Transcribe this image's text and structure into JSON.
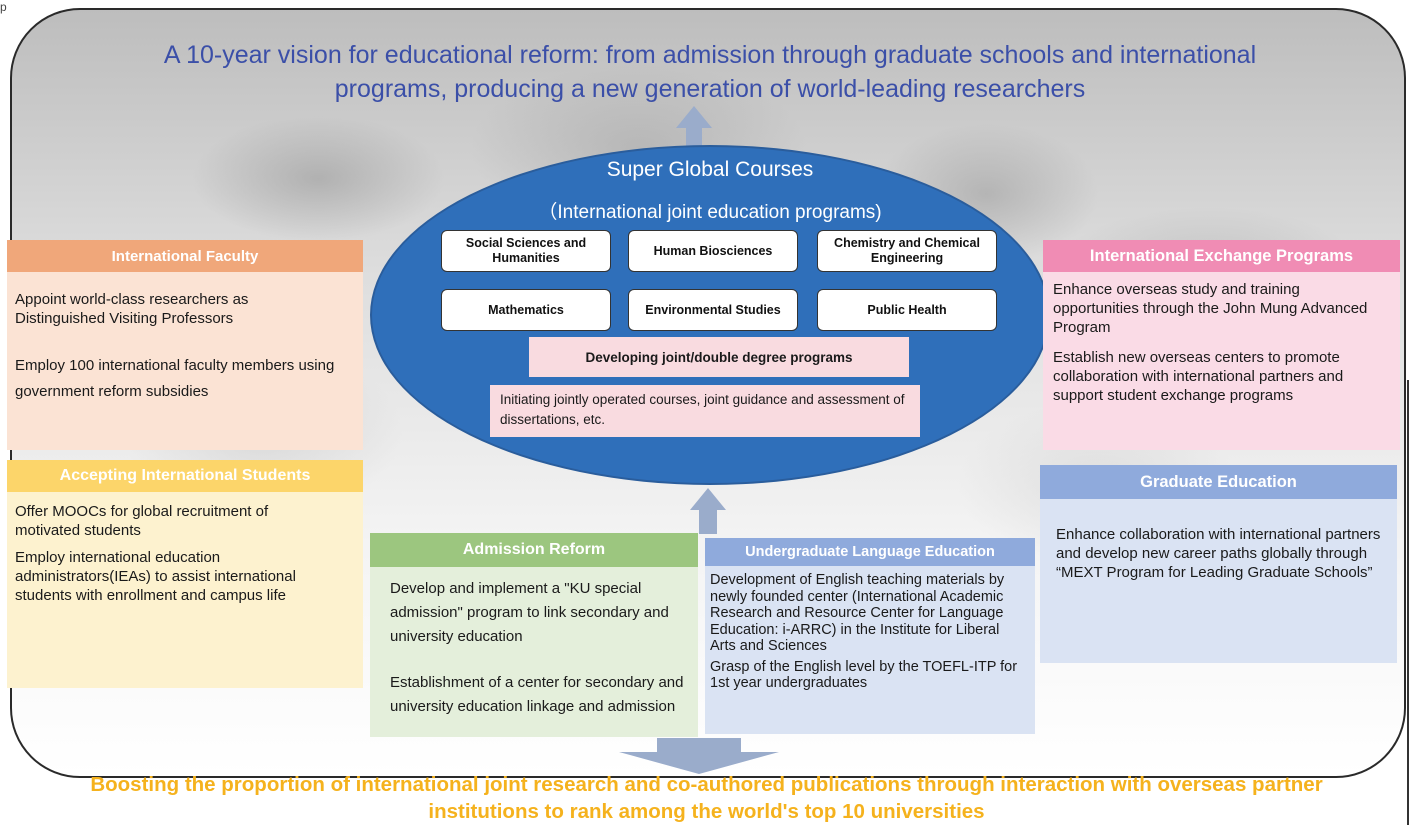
{
  "header": {
    "topline": "p",
    "vision": "A 10-year vision for educational reform: from admission through graduate schools and international programs, producing a new generation of world-leading researchers"
  },
  "center": {
    "title": "Super Global Courses",
    "subtitle": "（International joint education programs)",
    "courses": [
      "Social Sciences and Humanities",
      "Human Biosciences",
      "Chemistry and Chemical Engineering",
      "Mathematics",
      "Environmental Studies",
      "Public Health"
    ],
    "developing": "Developing joint/double degree programs",
    "initiating": "Initiating jointly operated courses, joint guidance and assessment of dissertations, etc."
  },
  "panels": {
    "intl_faculty": {
      "title": "International Faculty",
      "items": [
        "Appoint world-class researchers as Distinguished Visiting Professors",
        "Employ 100 international faculty members using government reform subsidies"
      ]
    },
    "accepting_students": {
      "title": "Accepting International Students",
      "items": [
        "Offer MOOCs  for global recruitment of motivated students",
        "Employ international education administrators(IEAs) to assist international students with enrollment and campus life"
      ]
    },
    "admission_reform": {
      "title": "Admission Reform",
      "items": [
        "Develop and implement a \"KU special admission\" program to link secondary and university education",
        "Establishment of a center for secondary and university education linkage and admission"
      ]
    },
    "language_education": {
      "title": "Undergraduate Language Education",
      "items": [
        "Development of English teaching materials by newly founded center (International Academic Research and Resource Center for Language Education: i-ARRC) in the Institute for Liberal Arts and Sciences",
        "Grasp of the English level by the TOEFL-ITP for 1st year undergraduates"
      ]
    },
    "exchange_programs": {
      "title": "International Exchange Programs",
      "items": [
        "Enhance overseas study and training opportunities through the John Mung Advanced Program",
        "Establish new overseas centers to promote collaboration with international partners and support student exchange programs"
      ]
    },
    "graduate_education": {
      "title": "Graduate Education",
      "items": [
        "Enhance collaboration with international partners and develop new career paths globally through “MEXT Program for Leading Graduate Schools”"
      ]
    }
  },
  "footer": {
    "goal": "Boosting the proportion of international joint research and co-authored publications through interaction with overseas partner institutions to rank among the world's top 10 universities"
  },
  "colors": {
    "ellipse": "#2f6fba",
    "vision_text": "#3b4fa8",
    "goal_text": "#f5b21d",
    "faculty_head": "#f0a77a",
    "students_head": "#fcd56a",
    "admission_head": "#9cc67f",
    "language_head": "#8faadc",
    "exchange_head": "#f08cb4",
    "graduate_head": "#8faadc"
  }
}
